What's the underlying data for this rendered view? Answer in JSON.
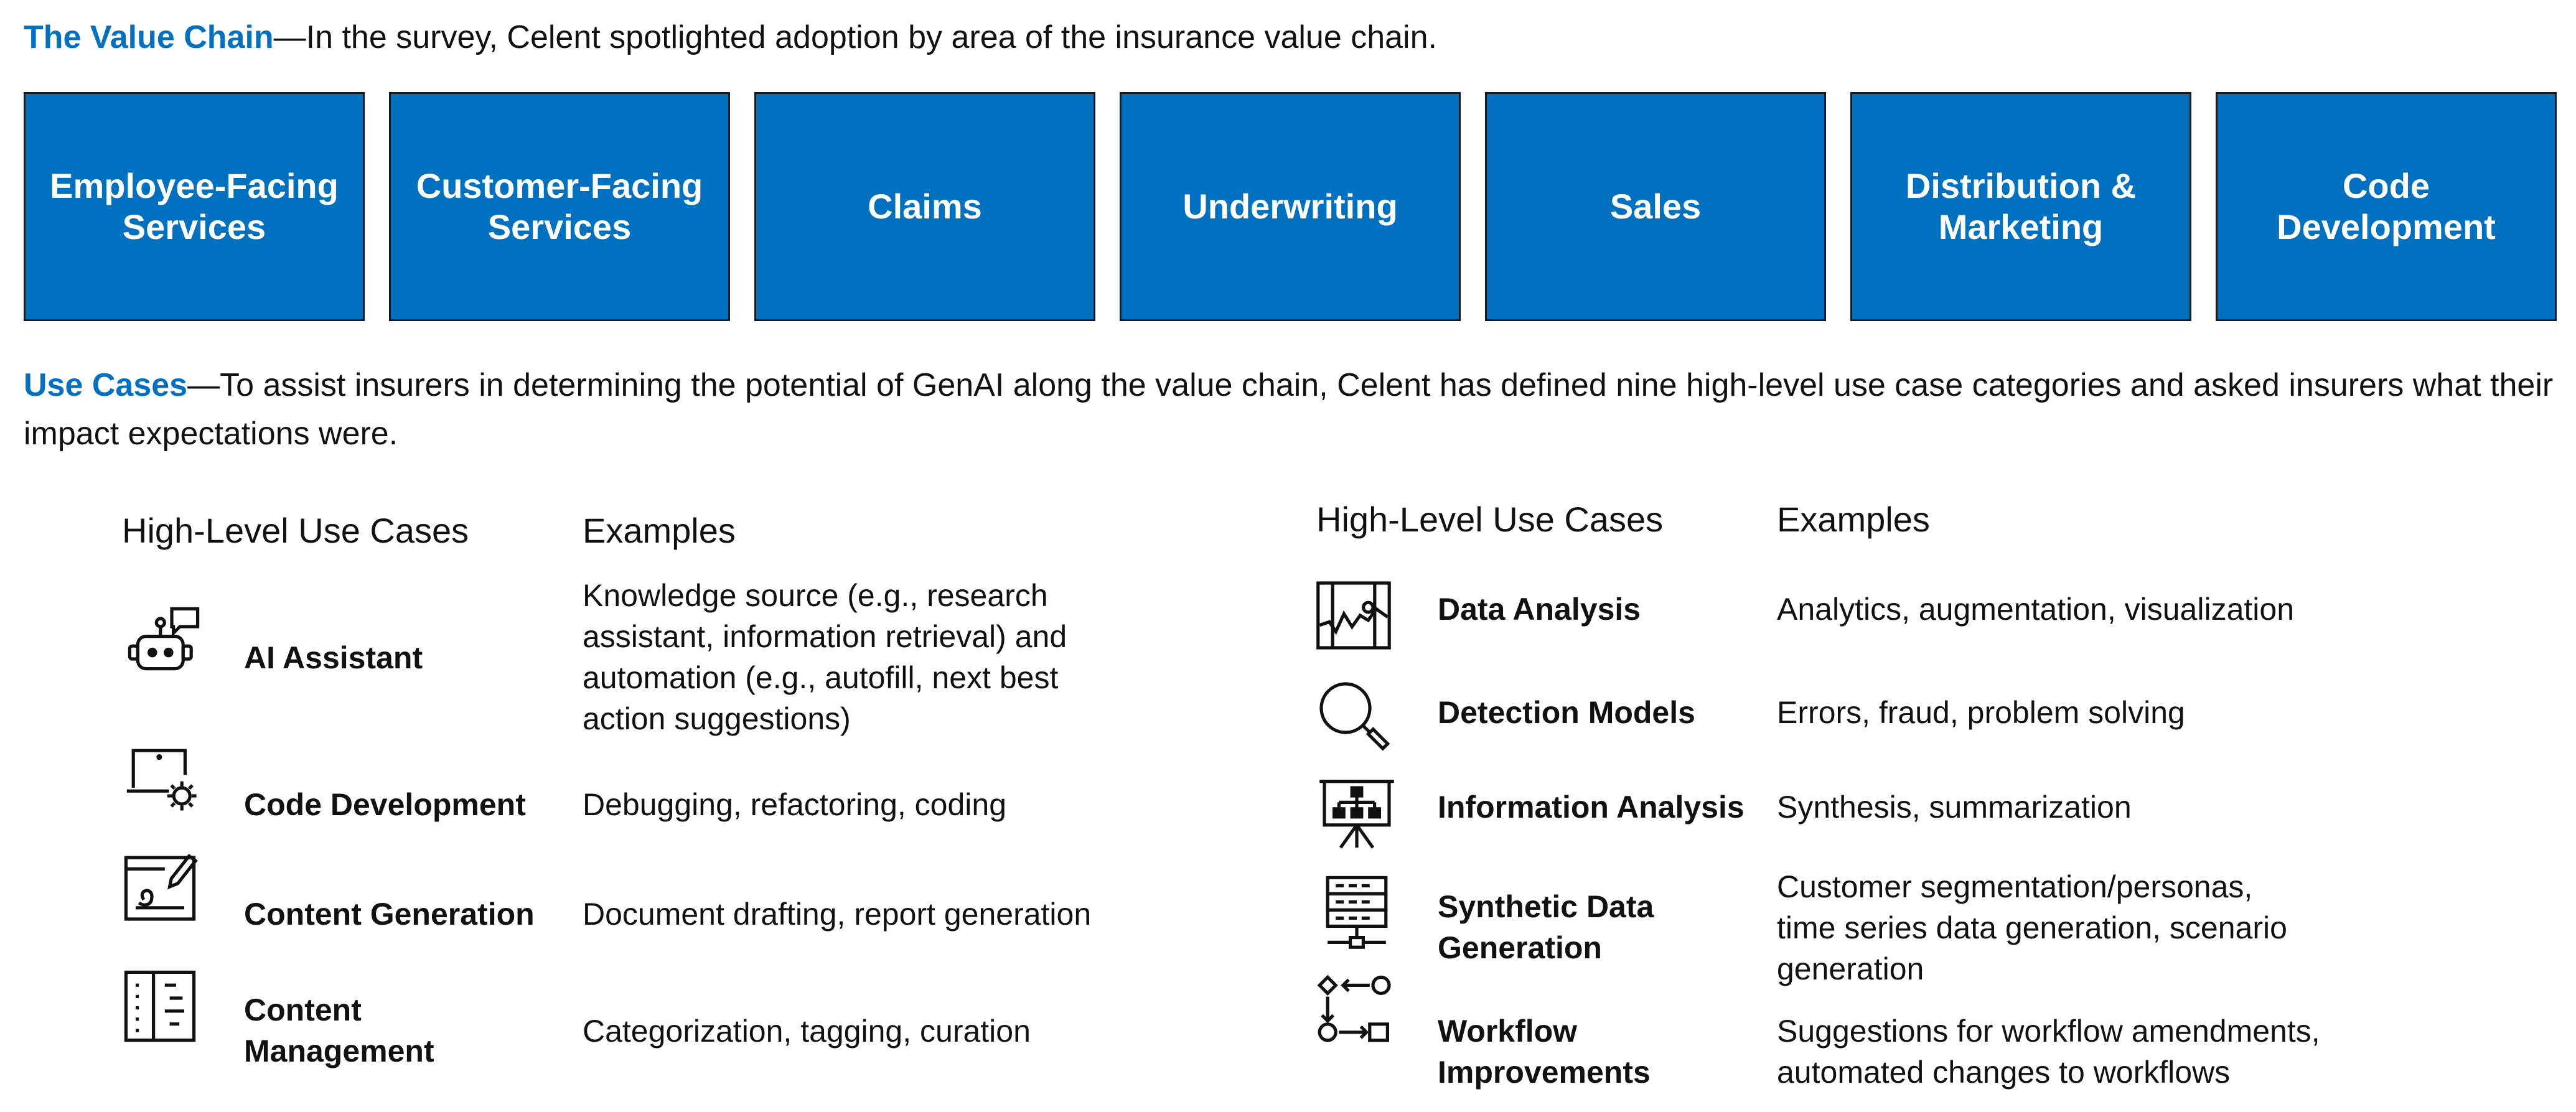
{
  "value_chain": {
    "lead": "The Value Chain",
    "text": "—In the survey, Celent spotlighted adoption by area of the insurance value chain.",
    "stages": [
      {
        "label": "Employee-Facing\nServices"
      },
      {
        "label": "Customer-Facing\nServices"
      },
      {
        "label": "Claims"
      },
      {
        "label": "Underwriting"
      },
      {
        "label": "Sales"
      },
      {
        "label": "Distribution &\nMarketing"
      },
      {
        "label": "Code\nDevelopment"
      }
    ]
  },
  "use_cases": {
    "lead": "Use Cases",
    "text": "—To assist insurers in determining the potential of GenAI along the value chain, Celent has defined nine high-level use case categories and asked insurers what their impact expectations were.",
    "left": {
      "col1_header": "High-Level Use Cases",
      "col2_header": "Examples",
      "items": [
        {
          "icon": "robot-chat-icon",
          "name": "AI Assistant",
          "example": "Knowledge source (e.g., research\nassistant, information retrieval) and\nautomation (e.g., autofill, next best\naction suggestions)"
        },
        {
          "icon": "laptop-gear-icon",
          "name": "Code Development",
          "example": "Debugging, refactoring, coding"
        },
        {
          "icon": "pen-document-icon",
          "name": "Content Generation",
          "example": "Document drafting, report generation"
        },
        {
          "icon": "content-list-icon",
          "name": "Content\nManagement",
          "example": "Categorization, tagging, curation"
        }
      ]
    },
    "right": {
      "col1_header": "High-Level Use Cases",
      "col2_header": "Examples",
      "items": [
        {
          "icon": "chart-monitor-icon",
          "name": "Data Analysis",
          "example": "Analytics, augmentation, visualization"
        },
        {
          "icon": "magnifier-icon",
          "name": "Detection Models",
          "example": "Errors, fraud, problem solving"
        },
        {
          "icon": "presentation-hierarchy-icon",
          "name": "Information Analysis",
          "example": "Synthesis, summarization"
        },
        {
          "icon": "server-data-icon",
          "name": "Synthetic Data\nGeneration",
          "example": "Customer segmentation/personas,\ntime series data generation, scenario\ngeneration"
        },
        {
          "icon": "workflow-shapes-icon",
          "name": "Workflow\nImprovements",
          "example": "Suggestions for workflow amendments,\nautomated changes to workflows"
        }
      ]
    }
  }
}
